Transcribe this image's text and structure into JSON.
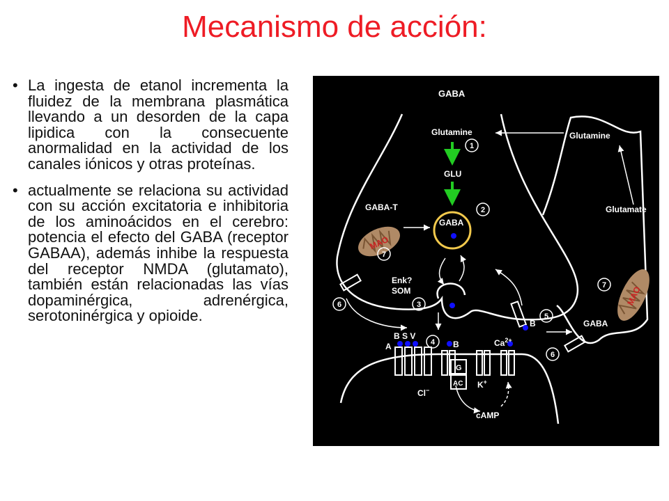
{
  "slide": {
    "title": "Mecanismo de acción:",
    "bullets": [
      "La ingesta de etanol incrementa la fluidez de la membrana plasmática llevando a un desorden de la capa lipidica con la consecuente anormalidad en la actividad de los canales iónicos y otras proteínas.",
      "actualmente se relaciona su actividad con su acción excitatoria e inhibitoria de los aminoácidos en el cerebro: potencia el efecto del GABA (receptor GABAA), además inhibe la respuesta del receptor NMDA (glutamato), también están relacionadas las vías dopaminérgica, adrenérgica, serotoninérgica y opioide."
    ]
  },
  "diagram": {
    "labels": {
      "gaba_top": "GABA",
      "glutamine_left": "Glutamine",
      "glu": "GLU",
      "gaba_vesicle": "GABA",
      "gaba_t": "GABA-T",
      "glutamine_right": "Glutamine",
      "glutamate": "Glutamate",
      "enk": "Enk?",
      "som": "SOM",
      "bsv": "B S V",
      "a": "A",
      "b_mid": "B",
      "b_right": "B",
      "ca": "Ca",
      "ca_sup": "2+",
      "g": "G",
      "ac": "AC",
      "k": "K",
      "k_sup": "+",
      "cl": "Cl",
      "cl_sup": "−",
      "camp": "cAMP",
      "gaba_glia": "GABA",
      "mao_left": "MAO",
      "mao_right": "MAO"
    },
    "steps": [
      "1",
      "2",
      "3",
      "4",
      "5",
      "6",
      "6",
      "7",
      "7"
    ],
    "colors": {
      "background": "#000000",
      "lines": "#ffffff",
      "arrow_green": "#22cc22",
      "vesicle_ring": "#f2c94c",
      "dots": "#1010ff",
      "mitochondria": "#b08a66",
      "mitochondria_label": "#cc2222"
    }
  }
}
